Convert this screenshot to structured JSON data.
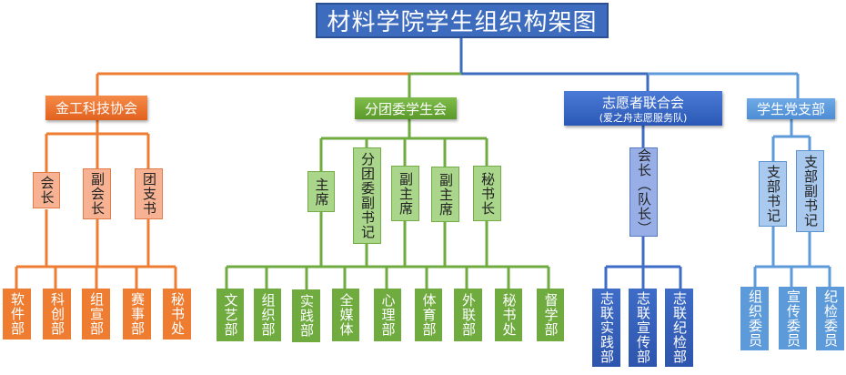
{
  "title": "材料学院学生组织构架图",
  "colors": {
    "title": "#3d6bbd",
    "orange": "#ee7d31",
    "green": "#6fab3f",
    "blue": "#2d55ad",
    "lightblue": "#5d9ad9"
  },
  "branches": [
    {
      "name": "金工科技协会",
      "leaders": [
        "会长",
        "副会长",
        "团支书"
      ],
      "departments": [
        "软件部",
        "科创部",
        "组宣部",
        "赛事部",
        "秘书处"
      ]
    },
    {
      "name": "分团委学生会",
      "leaders": [
        "主席",
        "分团委副书记",
        "副主席",
        "副主席",
        "秘书长"
      ],
      "departments": [
        "文艺部",
        "组织部",
        "实践部",
        "全媒体",
        "心理部",
        "体育部",
        "外联部",
        "秘书处",
        "督学部"
      ]
    },
    {
      "name": "志愿者联合会",
      "subtitle": "(爱之舟志愿服务队)",
      "leaders": [
        "会长（队长）"
      ],
      "departments": [
        "志联实践部",
        "志联宣传部",
        "志联纪检部"
      ]
    },
    {
      "name": "学生党支部",
      "leaders": [
        "支部书记",
        "支部副书记"
      ],
      "departments": [
        "组织委员",
        "宣传委员",
        "纪检委员"
      ]
    }
  ]
}
